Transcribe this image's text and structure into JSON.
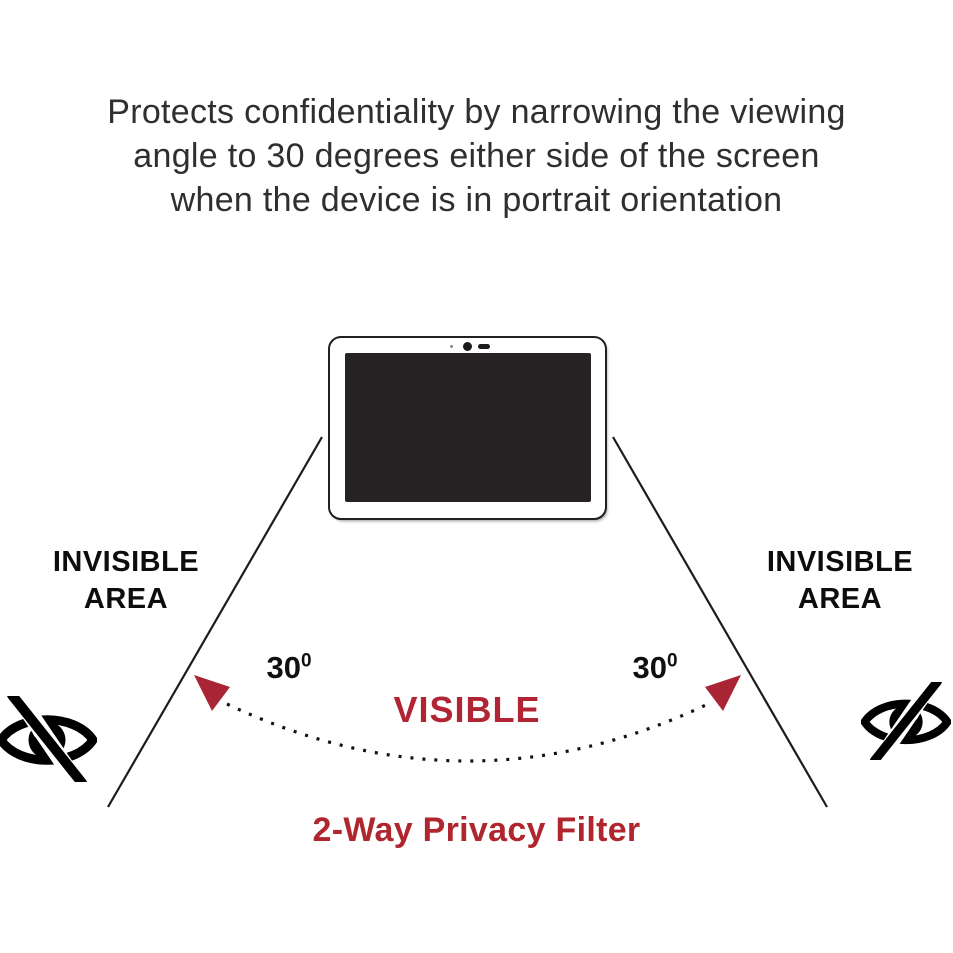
{
  "header": {
    "title_line1": "Protects confidentiality by narrowing the viewing",
    "title_line2": "angle to 30 degrees either side of the screen",
    "title_line3": "when the device is in portrait orientation"
  },
  "diagram": {
    "left_area": {
      "line1": "INVISIBLE",
      "line2": "AREA"
    },
    "right_area": {
      "line1": "INVISIBLE",
      "line2": "AREA"
    },
    "left_angle": {
      "value": "30",
      "superscript": "0"
    },
    "right_angle": {
      "value": "30",
      "superscript": "0"
    },
    "visible_label": "VISIBLE",
    "icons": {
      "left": "eye-off-icon",
      "right": "eye-off-icon",
      "device_camera": "front-camera-icon",
      "device_mic": "mic-dot-icon",
      "device_speaker": "speaker-slot-icon"
    }
  },
  "caption": "2-Way Privacy Filter",
  "colors": {
    "accent_red": "#b02433",
    "ink_black": "#1c1c1c",
    "title_gray": "#2f2f2f",
    "screen_dark": "#272324"
  }
}
